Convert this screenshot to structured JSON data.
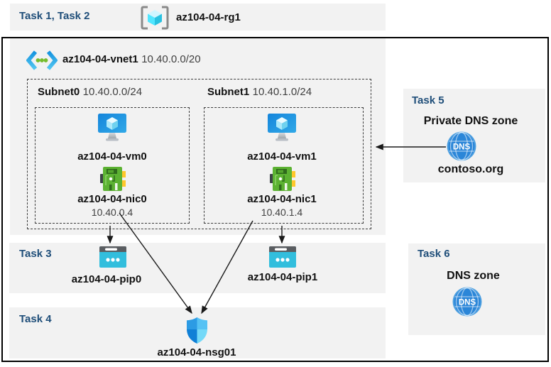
{
  "diagram": {
    "task12": {
      "label": "Task 1, Task 2"
    },
    "resource_group": {
      "name": "az104-04-rg1"
    },
    "vnet": {
      "name": "az104-04-vnet1",
      "cidr": "10.40.0.0/20"
    },
    "subnets": [
      {
        "name": "Subnet0",
        "cidr": "10.40.0.0/24",
        "vm": "az104-04-vm0",
        "nic": "az104-04-nic0",
        "ip": "10.40.0.4"
      },
      {
        "name": "Subnet1",
        "cidr": "10.40.1.0/24",
        "vm": "az104-04-vm1",
        "nic": "az104-04-nic1",
        "ip": "10.40.1.4"
      }
    ],
    "task3": {
      "label": "Task 3",
      "pip0": "az104-04-pip0",
      "pip1": "az104-04-pip1"
    },
    "task4": {
      "label": "Task 4",
      "nsg": "az104-04-nsg01"
    },
    "task5": {
      "label": "Task 5",
      "title": "Private DNS zone",
      "zone": "contoso.org",
      "icon_text": "DNS"
    },
    "task6": {
      "label": "Task 6",
      "title": "DNS zone",
      "icon_text": "DNS"
    },
    "colors": {
      "accent_blue": "#1F4E79",
      "panel_gray": "#F2F2F2"
    }
  }
}
